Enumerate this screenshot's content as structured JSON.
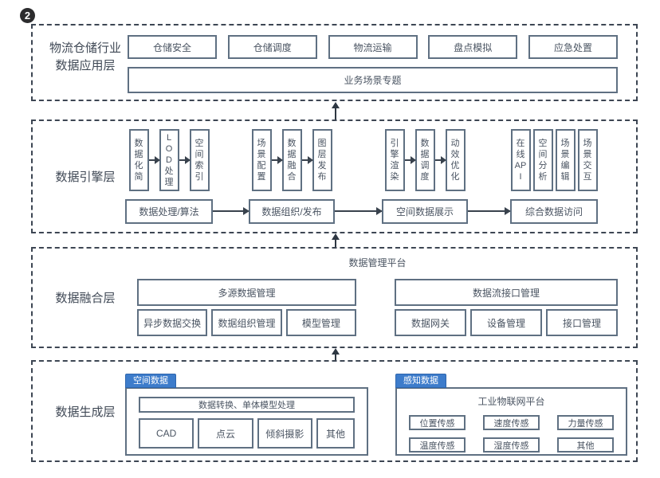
{
  "badge": "2",
  "colors": {
    "dashed_border": "#3d4653",
    "box_border": "#5f7082",
    "text": "#4a5462",
    "accent_blue": "#3d7ccb",
    "arrow": "#39424d"
  },
  "layers": [
    {
      "label": [
        "物流仓储行业",
        "数据应用层"
      ],
      "top_boxes": [
        "仓储安全",
        "仓储调度",
        "物流运输",
        "盘点模拟",
        "应急处置"
      ],
      "wide_box": "业务场景专题"
    },
    {
      "label": [
        "数据引擎层"
      ],
      "groups": [
        {
          "vertical_boxes": [
            [
              "数",
              "据",
              "化",
              "简"
            ],
            [
              "L",
              "O",
              "D",
              "处",
              "理"
            ],
            [
              "空",
              "间",
              "索",
              "引"
            ]
          ],
          "linked": true,
          "bottom_box": "数据处理/算法"
        },
        {
          "vertical_boxes": [
            [
              "场",
              "景",
              "配",
              "置"
            ],
            [
              "数",
              "据",
              "融",
              "合"
            ],
            [
              "图",
              "层",
              "发",
              "布"
            ]
          ],
          "linked": true,
          "bottom_box": "数据组织/发布"
        },
        {
          "vertical_boxes": [
            [
              "引",
              "擎",
              "渲",
              "染"
            ],
            [
              "数",
              "据",
              "调",
              "度"
            ],
            [
              "动",
              "效",
              "优",
              "化"
            ]
          ],
          "linked": true,
          "bottom_box": "空间数据展示"
        },
        {
          "vertical_boxes": [
            [
              "在",
              "线",
              "AP",
              "I"
            ],
            [
              "空",
              "间",
              "分",
              "析"
            ],
            [
              "场",
              "景",
              "编",
              "辑"
            ],
            [
              "场",
              "景",
              "交",
              "互"
            ]
          ],
          "linked": false,
          "bottom_box": "综合数据访问"
        }
      ]
    },
    {
      "label": [
        "数据融合层"
      ],
      "platform_title": "数据管理平台",
      "groups": [
        {
          "header": "多源数据管理",
          "items": [
            "异步数据交换",
            "数据组织管理",
            "模型管理"
          ]
        },
        {
          "header": "数据流接口管理",
          "items": [
            "数据网关",
            "设备管理",
            "接口管理"
          ]
        }
      ]
    },
    {
      "label": [
        "数据生成层"
      ],
      "groups": [
        {
          "tab": "空间数据",
          "header_box": "数据转换、单体模型处理",
          "rows": [
            [
              "CAD",
              "点云",
              "倾斜摄影",
              "其他"
            ]
          ]
        },
        {
          "tab": "感知数据",
          "title": "工业物联网平台",
          "rows": [
            [
              "位置传感",
              "速度传感",
              "力量传感"
            ],
            [
              "温度传感",
              "湿度传感",
              "其他"
            ]
          ]
        }
      ]
    }
  ]
}
